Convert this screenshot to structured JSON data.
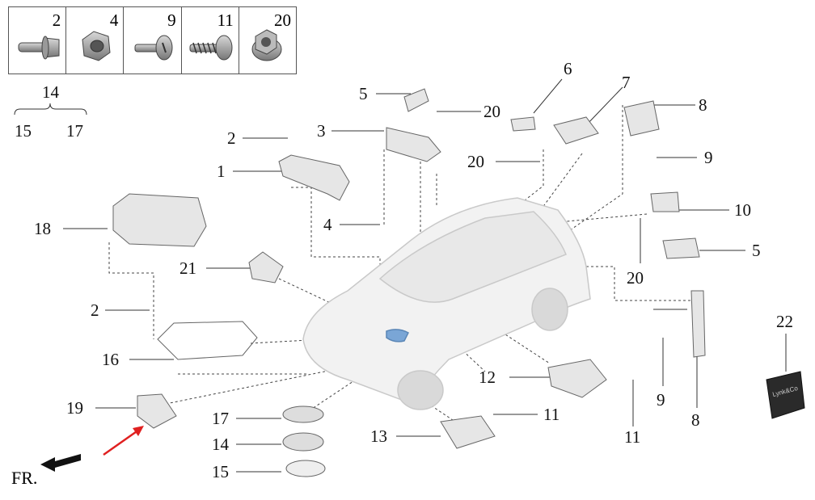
{
  "fasteners": [
    {
      "number": "2",
      "icon": "flange-bolt-icon"
    },
    {
      "number": "4",
      "icon": "hex-nut-icon"
    },
    {
      "number": "9",
      "icon": "pan-screw-icon"
    },
    {
      "number": "11",
      "icon": "self-tapping-screw-icon"
    },
    {
      "number": "20",
      "icon": "flange-nut-icon"
    }
  ],
  "kit_group": {
    "main": "14",
    "left": "15",
    "right": "17"
  },
  "callouts": [
    {
      "id": "c5a",
      "text": "5"
    },
    {
      "id": "c20a",
      "text": "20"
    },
    {
      "id": "c6",
      "text": "6"
    },
    {
      "id": "c7",
      "text": "7"
    },
    {
      "id": "c8a",
      "text": "8"
    },
    {
      "id": "c9a",
      "text": "9"
    },
    {
      "id": "c2a",
      "text": "2"
    },
    {
      "id": "c3",
      "text": "3"
    },
    {
      "id": "c1",
      "text": "1"
    },
    {
      "id": "c20b",
      "text": "20"
    },
    {
      "id": "c10",
      "text": "10"
    },
    {
      "id": "c4",
      "text": "4"
    },
    {
      "id": "c18",
      "text": "18"
    },
    {
      "id": "c5b",
      "text": "5"
    },
    {
      "id": "c21",
      "text": "21"
    },
    {
      "id": "c20c",
      "text": "20"
    },
    {
      "id": "c2b",
      "text": "2"
    },
    {
      "id": "c16",
      "text": "16"
    },
    {
      "id": "c22",
      "text": "22"
    },
    {
      "id": "c12",
      "text": "12"
    },
    {
      "id": "c19",
      "text": "19"
    },
    {
      "id": "c11a",
      "text": "11"
    },
    {
      "id": "c9b",
      "text": "9"
    },
    {
      "id": "c11b",
      "text": "11"
    },
    {
      "id": "c17",
      "text": "17"
    },
    {
      "id": "c13",
      "text": "13"
    },
    {
      "id": "c8b",
      "text": "8"
    },
    {
      "id": "c14",
      "text": "14"
    },
    {
      "id": "c15",
      "text": "15"
    }
  ],
  "direction_label": "FR.",
  "key_card_brand": "Lynk&Co"
}
